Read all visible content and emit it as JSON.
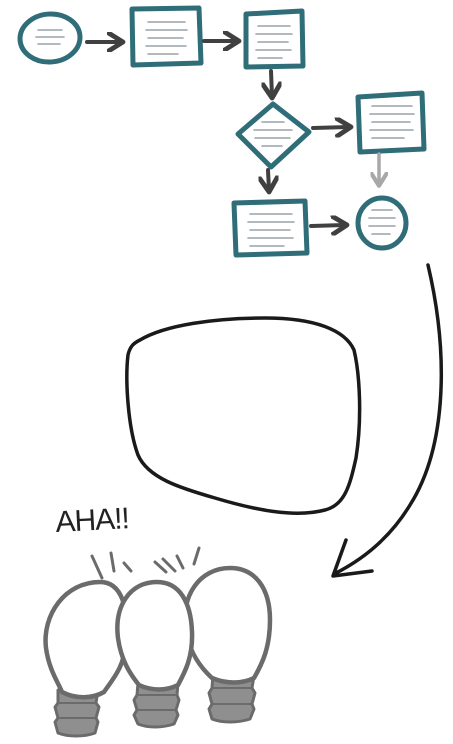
{
  "exclamation": "AHA!!",
  "colors": {
    "node_stroke": "#2f6e78",
    "node_text_lines": "#9aa3aa",
    "arrow_dark": "#404040",
    "arrow_light": "#a8a8a8",
    "ink": "#1a1a1a",
    "bulb_outline": "#6b6b6b",
    "bulb_base": "#8f8f8f"
  },
  "flowchart": {
    "nodes": [
      {
        "id": "start",
        "shape": "oval"
      },
      {
        "id": "step-1",
        "shape": "rectangle"
      },
      {
        "id": "step-2",
        "shape": "rectangle"
      },
      {
        "id": "decision",
        "shape": "diamond"
      },
      {
        "id": "branch-step",
        "shape": "rectangle"
      },
      {
        "id": "step-3",
        "shape": "rectangle"
      },
      {
        "id": "end",
        "shape": "oval"
      }
    ],
    "edges": [
      {
        "from": "start",
        "to": "step-1"
      },
      {
        "from": "step-1",
        "to": "step-2"
      },
      {
        "from": "step-2",
        "to": "decision"
      },
      {
        "from": "decision",
        "to": "branch-step"
      },
      {
        "from": "decision",
        "to": "step-3"
      },
      {
        "from": "branch-step",
        "to": "end",
        "style": "light"
      },
      {
        "from": "step-3",
        "to": "end"
      }
    ]
  },
  "icons": [
    "thought-bubble-icon",
    "curved-arrow-icon",
    "lightbulb-icon"
  ]
}
